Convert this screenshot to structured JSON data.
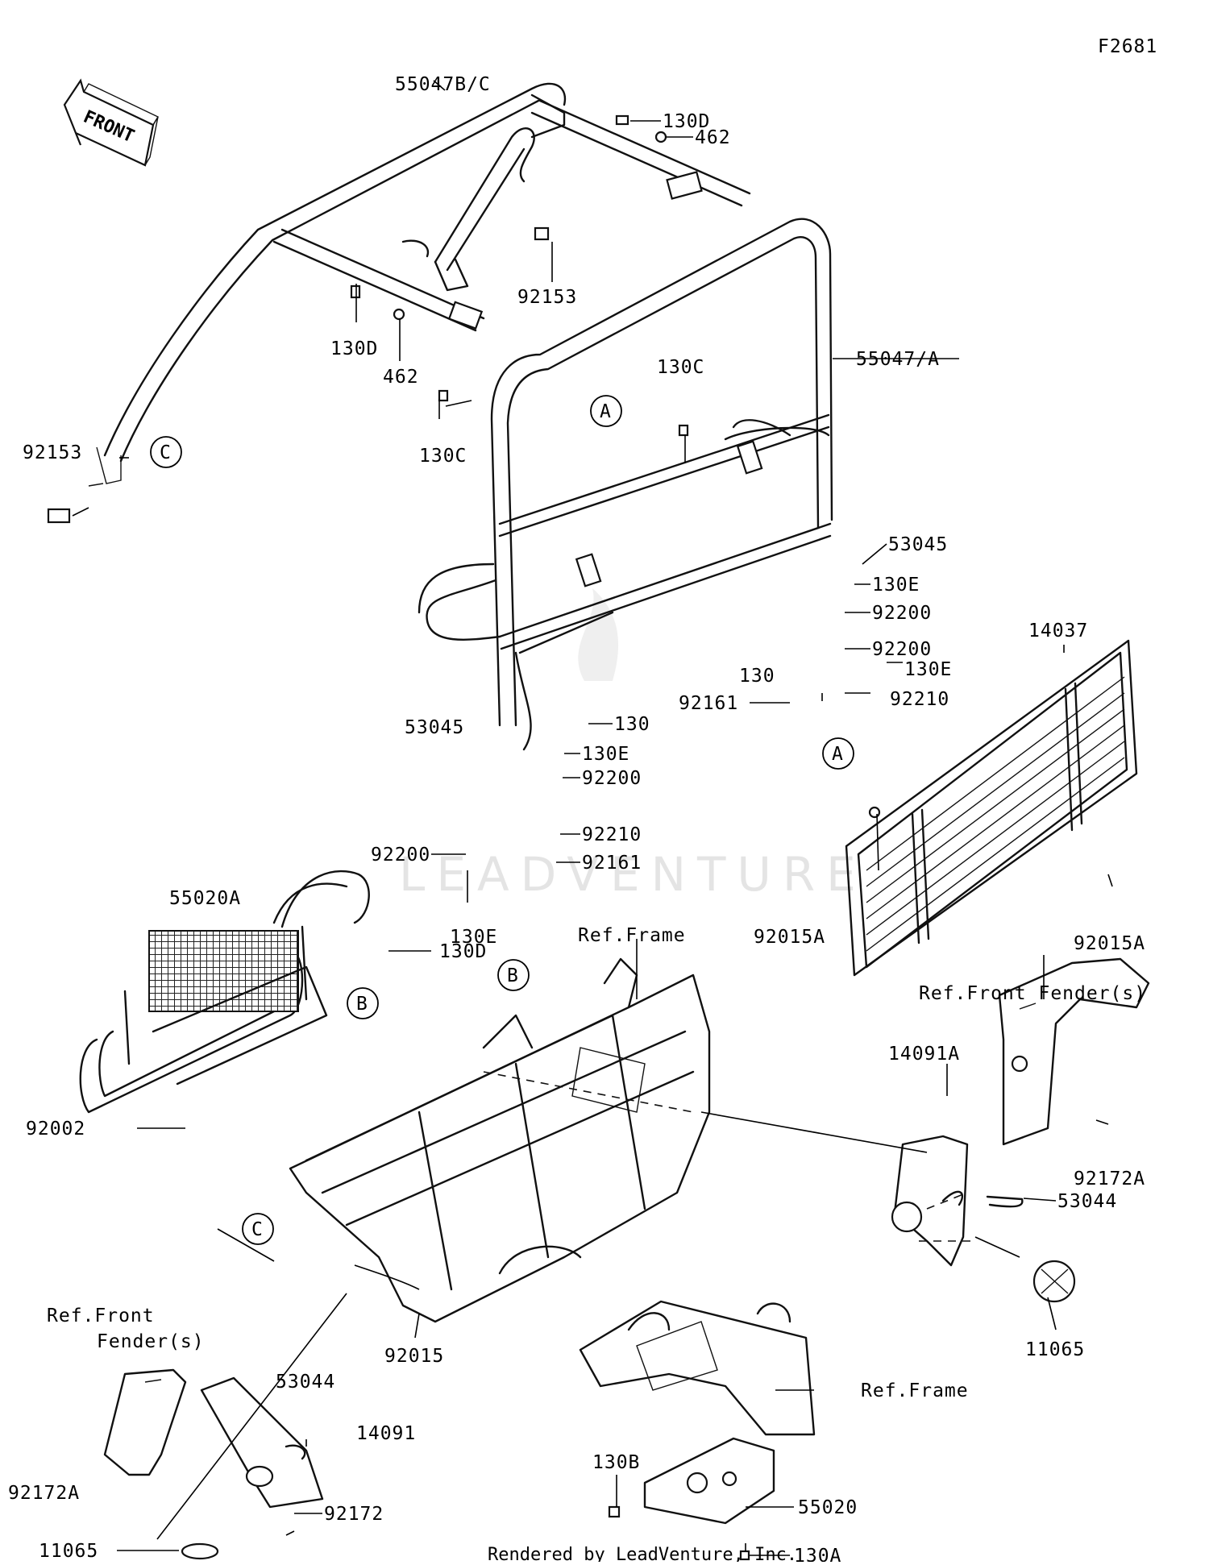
{
  "diagram_id": "F2681",
  "footer": "Rendered by LeadVenture, Inc.",
  "watermark": "LEADVENTURE",
  "front_arrow_label": "FRONT",
  "labels": {
    "p55047BC": "55047B/C",
    "p130D_a": "130D",
    "p462_a": "462",
    "p92153_a": "92153",
    "p130D_b": "130D",
    "p462_b": "462",
    "p55047A": "55047/A",
    "p130C_a": "130C",
    "p130C_b": "130C",
    "p92153_b": "92153",
    "p53045_a": "53045",
    "p130E_a": "130E",
    "p92200_a": "92200",
    "p92200_b": "92200",
    "p130E_b": "130E",
    "p130_a": "130",
    "p92161_a": "92161",
    "p92210_a": "92210",
    "p14037": "14037",
    "p53045_b": "53045",
    "p130_b": "130",
    "p130E_c": "130E",
    "p92200_c": "92200",
    "p92210_b": "92210",
    "p92200_d": "92200",
    "p92161_b": "92161",
    "p130E_d": "130E",
    "p92015A_a": "92015A",
    "p92015A_b": "92015A",
    "p55020A": "55020A",
    "p130D_c": "130D",
    "refFrame_a": "Ref.Frame",
    "refFrontFender_a": "Ref.Front Fender(s)",
    "p14091A": "14091A",
    "p92172A_a": "92172A",
    "p53044_a": "53044",
    "p11065_a": "11065",
    "p92002": "92002",
    "p92015": "92015",
    "refFrontFender_b1": "Ref.Front",
    "refFrontFender_b2": "Fender(s)",
    "p53044_b": "53044",
    "p14091": "14091",
    "p92172A_b": "92172A",
    "p92172": "92172",
    "p11065_b": "11065",
    "refFrame_b": "Ref.Frame",
    "p130B": "130B",
    "p55020": "55020",
    "p130A": "130A"
  },
  "refs": {
    "A1": "A",
    "A2": "A",
    "B1": "B",
    "B2": "B",
    "C1": "C",
    "C2": "C"
  }
}
